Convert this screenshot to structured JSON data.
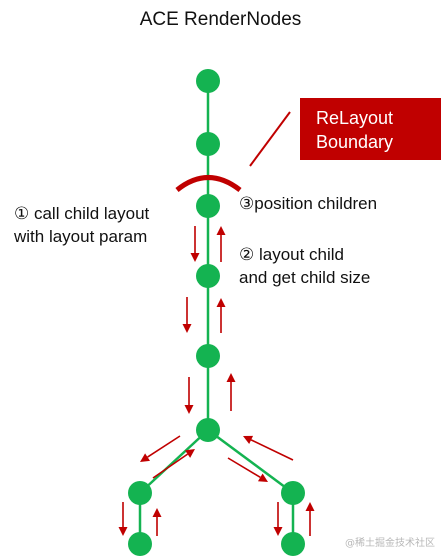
{
  "title": "ACE RenderNodes",
  "relayout_boundary": {
    "line1": "ReLayout",
    "line2": "Boundary"
  },
  "steps": {
    "call_line1": "① call child layout",
    "call_line2": "with layout param",
    "layout_line1": "② layout child",
    "layout_line2": "and get child size",
    "position": "③position children"
  },
  "watermark": "@稀土掘金技术社区",
  "colors": {
    "node": "#14b351",
    "edge": "#14b351",
    "arrow": "#c00000",
    "boundary": "#c00000"
  },
  "icons": {
    "arrow": "arrow-icon",
    "watermark": "watermark-logo"
  }
}
